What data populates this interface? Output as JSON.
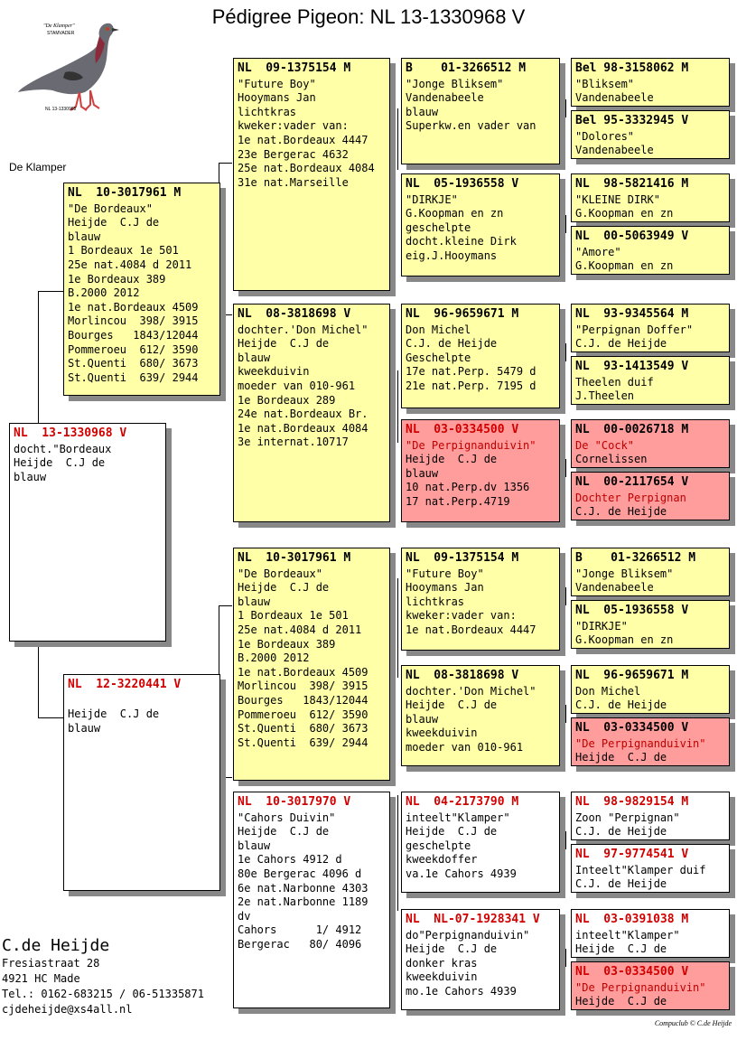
{
  "title": "Pédigree Pigeon: NL  13-1330968 V",
  "nickname": "De Klamper",
  "photo_caption": "NL 13-1330968",
  "breeder": {
    "name": "C.de Heijde",
    "street": "Fresiastraat 28",
    "city": "4921 HC  Made",
    "tel": "Tel.: 0162-683215 / 06-51335871",
    "email": "cjdeheijde@xs4all.nl"
  },
  "footer": "Compuclub © C.de Heijde",
  "boxes": [
    {
      "id": "subject",
      "ring": "NL  13-1330968 V",
      "lines": [
        "docht.\"Bordeaux",
        "Heijde  C.J de",
        "blauw"
      ]
    },
    {
      "id": "sire",
      "ring": "NL  10-3017961 M",
      "lines": [
        "\"De Bordeaux\"",
        "Heijde  C.J de",
        "blauw",
        "1 Bordeaux 1e 501",
        "25e nat.4084 d 2011",
        "1e Bordeaux 389",
        "B.2000 2012",
        "1e nat.Bordeaux 4509",
        "Morlincou  398/ 3915",
        "Bourges   1843/12044",
        "Pommeroeu  612/ 3590",
        "St.Quenti  680/ 3673",
        "St.Quenti  639/ 2944"
      ]
    },
    {
      "id": "dam",
      "ring": "NL  12-3220441 V",
      "lines": [
        "",
        "Heijde  C.J de",
        "blauw"
      ]
    },
    {
      "id": "ss",
      "ring": "NL  09-1375154 M",
      "lines": [
        "\"Future Boy\"",
        "Hooymans Jan",
        "lichtkras",
        "kweker:vader van:",
        "1e nat.Bordeaux 4447",
        "23e Bergerac 4632",
        "25e nat.Bordeaux 4084",
        "31e nat.Marseille"
      ]
    },
    {
      "id": "sd",
      "ring": "NL  08-3818698 V",
      "lines": [
        "dochter.'Don Michel\"",
        "Heijde  C.J de",
        "blauw",
        "kweekduivin",
        "moeder van 010-961",
        "1e Bordeaux 289",
        "24e nat.Bordeaux Br.",
        "1e nat.Bordeaux 4084",
        "3e internat.10717"
      ]
    },
    {
      "id": "ds",
      "ring": "NL  10-3017961 M",
      "lines": [
        "\"De Bordeaux\"",
        "Heijde  C.J de",
        "blauw",
        "1 Bordeaux 1e 501",
        "25e nat.4084 d 2011",
        "1e Bordeaux 389",
        "B.2000 2012",
        "1e nat.Bordeaux 4509",
        "Morlincou  398/ 3915",
        "Bourges   1843/12044",
        "Pommeroeu  612/ 3590",
        "St.Quenti  680/ 3673",
        "St.Quenti  639/ 2944"
      ]
    },
    {
      "id": "dd",
      "ring": "NL  10-3017970 V",
      "lines": [
        "\"Cahors Duivin\"",
        "Heijde  C.J de",
        "blauw",
        "1e Cahors 4912 d",
        "80e Bergerac 4096 d",
        "6e nat.Narbonne 4303",
        "2e nat.Narbonne 1189",
        "dv",
        "Cahors      1/ 4912",
        "Bergerac   80/ 4096"
      ]
    },
    {
      "id": "sss",
      "ring": "B    01-3266512 M",
      "lines": [
        "\"Jonge Bliksem\"",
        "Vandenabeele",
        "blauw",
        "Superkw.en vader van"
      ]
    },
    {
      "id": "ssd",
      "ring": "NL  05-1936558 V",
      "lines": [
        "\"DIRKJE\"",
        "G.Koopman en zn",
        "geschelpte",
        "docht.kleine Dirk",
        "eig.J.Hooymans"
      ]
    },
    {
      "id": "sds",
      "ring": "NL  96-9659671 M",
      "lines": [
        "Don Michel",
        "C.J. de Heijde",
        "Geschelpte",
        "17e nat.Perp. 5479 d",
        "21e nat.Perp. 7195 d"
      ]
    },
    {
      "id": "sdd",
      "ring": "NL  03-0334500 V",
      "lines": [
        "\"De Perpignanduivin\"",
        "Heijde  C.J de",
        "blauw",
        "10 nat.Perp.dv 1356",
        "17 nat.Perp.4719"
      ]
    },
    {
      "id": "dss",
      "ring": "NL  09-1375154 M",
      "lines": [
        "\"Future Boy\"",
        "Hooymans Jan",
        "lichtkras",
        "kweker:vader van:",
        "1e nat.Bordeaux 4447"
      ]
    },
    {
      "id": "dsd",
      "ring": "NL  08-3818698 V",
      "lines": [
        "dochter.'Don Michel\"",
        "Heijde  C.J de",
        "blauw",
        "kweekduivin",
        "moeder van 010-961"
      ]
    },
    {
      "id": "dds",
      "ring": "NL  04-2173790 M",
      "lines": [
        "inteelt\"Klamper\"",
        "Heijde  C.J de",
        "geschelpte",
        "kweekdoffer",
        "va.1e Cahors 4939"
      ]
    },
    {
      "id": "ddd",
      "ring": "NL  NL-07-1928341 V",
      "lines": [
        "do\"Perpignanduivin\"",
        "Heijde  C.J de",
        "donker kras",
        "kweekduivin",
        "mo.1e Cahors 4939"
      ]
    },
    {
      "id": "g1",
      "ring": "Bel 98-3158062 M",
      "lines": [
        "\"Bliksem\"",
        "Vandenabeele"
      ]
    },
    {
      "id": "g2",
      "ring": "Bel 95-3332945 V",
      "lines": [
        "\"Dolores\"",
        "Vandenabeele"
      ]
    },
    {
      "id": "g3",
      "ring": "NL  98-5821416 M",
      "lines": [
        "\"KLEINE DIRK\"",
        "G.Koopman en zn"
      ]
    },
    {
      "id": "g4",
      "ring": "NL  00-5063949 V",
      "lines": [
        "\"Amore\"",
        "G.Koopman en zn"
      ]
    },
    {
      "id": "g5",
      "ring": "NL  93-9345564 M",
      "lines": [
        "\"Perpignan Doffer\"",
        "C.J. de Heijde"
      ]
    },
    {
      "id": "g6",
      "ring": "NL  93-1413549 V",
      "lines": [
        "Theelen duif",
        "J.Theelen"
      ]
    },
    {
      "id": "g7",
      "ring": "NL  00-0026718 M",
      "lines": [
        "De \"Cock\"",
        "Cornelissen"
      ]
    },
    {
      "id": "g8",
      "ring": "NL  00-2117654 V",
      "lines": [
        "Dochter Perpignan",
        "C.J. de Heijde"
      ]
    },
    {
      "id": "g9",
      "ring": "B    01-3266512 M",
      "lines": [
        "\"Jonge Bliksem\"",
        "Vandenabeele"
      ]
    },
    {
      "id": "g10",
      "ring": "NL  05-1936558 V",
      "lines": [
        "\"DIRKJE\"",
        "G.Koopman en zn"
      ]
    },
    {
      "id": "g11",
      "ring": "NL  96-9659671 M",
      "lines": [
        "Don Michel",
        "C.J. de Heijde"
      ]
    },
    {
      "id": "g12",
      "ring": "NL  03-0334500 V",
      "lines": [
        "\"De Perpignanduivin\"",
        "Heijde  C.J de"
      ]
    },
    {
      "id": "g13",
      "ring": "NL  98-9829154 M",
      "lines": [
        "Zoon \"Perpignan\"",
        "C.J. de Heijde"
      ]
    },
    {
      "id": "g14",
      "ring": "NL  97-9774541 V",
      "lines": [
        "Inteelt\"Klamper duif",
        "C.J. de Heijde"
      ]
    },
    {
      "id": "g15",
      "ring": "NL  03-0391038 M",
      "lines": [
        "inteelt\"Klamper\"",
        "Heijde  C.J de"
      ]
    },
    {
      "id": "g16",
      "ring": "NL  03-0334500 V",
      "lines": [
        "\"De Perpignanduivin\"",
        "Heijde  C.J de"
      ]
    }
  ]
}
